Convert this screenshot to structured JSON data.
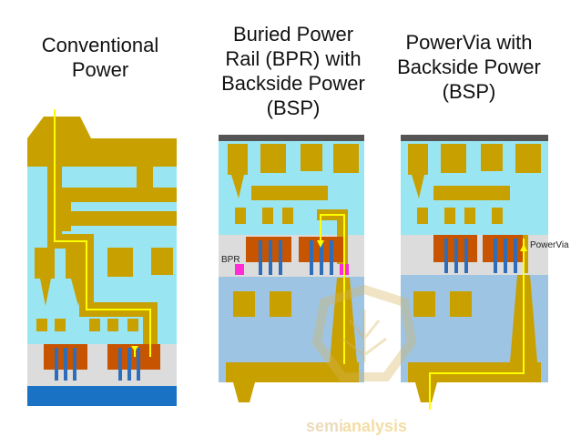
{
  "titles": {
    "conventional": [
      "Conventional",
      "Power"
    ],
    "bpr": [
      "Buried Power",
      "Rail (BPR) with",
      "Backside Power",
      "(BSP)"
    ],
    "powervia": [
      "PowerVia with",
      "Backside Power",
      "(BSP)"
    ]
  },
  "labels": {
    "bpr": "BPR",
    "powervia": "PowerVia"
  },
  "watermark": {
    "part1": "semi",
    "part2": "analysis"
  },
  "colors": {
    "dielectric": "#99e6f2",
    "metal": "#c8a000",
    "device": "#c65400",
    "transistor": "#2f6db8",
    "si": "#dcdcdc",
    "substrate": "#9ec4e4",
    "backside_carrier": "#1a72c4",
    "top_carrier": "#555555",
    "bpr_rail": "#ff2bd6",
    "power_path": "#ffff00"
  }
}
